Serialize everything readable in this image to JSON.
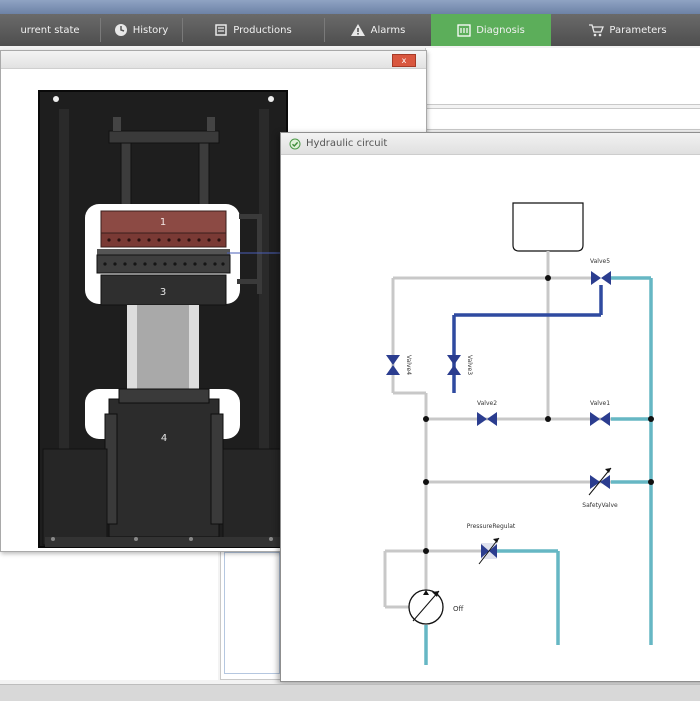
{
  "tabs": [
    {
      "label": "urrent state",
      "icon": "current-state-icon",
      "active": false
    },
    {
      "label": "History",
      "icon": "history-icon",
      "active": false
    },
    {
      "label": "Productions",
      "icon": "productions-icon",
      "active": false
    },
    {
      "label": "Alarms",
      "icon": "alarm-warning-icon",
      "active": false
    },
    {
      "label": "Diagnosis",
      "icon": "diagnosis-icon",
      "active": true
    },
    {
      "label": "Parameters",
      "icon": "parameters-cart-icon",
      "active": false
    }
  ],
  "machine_window": {
    "close_label": "x",
    "part_labels": [
      "1",
      "3",
      "4"
    ]
  },
  "hydraulic_window": {
    "title": "Hydraulic circuit",
    "valves": {
      "valve5": "Valve5",
      "valve4": "Valve4",
      "valve3": "Valve3",
      "valve2": "Valve2",
      "valve1": "Valve1",
      "safety_valve": "SafetyValve",
      "pressure_regulator": "PressureRegulat"
    },
    "pump_state": "Off"
  },
  "colors": {
    "active_tab": "#5cae5a",
    "pressure_line": "#2f4aa0",
    "return_line": "#66b7c4",
    "idle_line": "#c8c8c8",
    "valve": "#2b3d8f"
  }
}
